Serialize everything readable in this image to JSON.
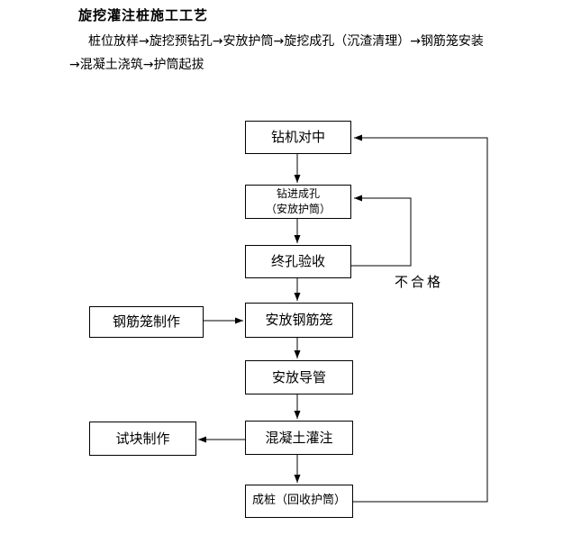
{
  "page": {
    "background_color": "#ffffff",
    "line_color": "#000000",
    "text_color": "#000000"
  },
  "title": "旋挖灌注桩施工工艺",
  "intro": {
    "line1": "桩位放样→旋挖预钻孔→安放护筒→旋挖成孔（沉渣清理）→钢筋笼安装",
    "line2": "→混凝土浇筑→护筒起拔"
  },
  "flowchart": {
    "nodes": {
      "drill_centering": {
        "label": "钻机对中"
      },
      "drilling": {
        "label": "钻进成孔",
        "label2": "（安放护筒）"
      },
      "final_hole_acceptance": {
        "label": "终孔验收"
      },
      "cage_fabrication": {
        "label": "钢筋笼制作"
      },
      "install_cage": {
        "label": "安放钢筋笼"
      },
      "install_tremie": {
        "label": "安放导管"
      },
      "test_block": {
        "label": "试块制作"
      },
      "concrete_pouring": {
        "label": "混凝土灌注"
      },
      "pile_completion": {
        "label": "成桩（回收护筒）"
      }
    },
    "labels": {
      "fail": "不合格"
    }
  }
}
